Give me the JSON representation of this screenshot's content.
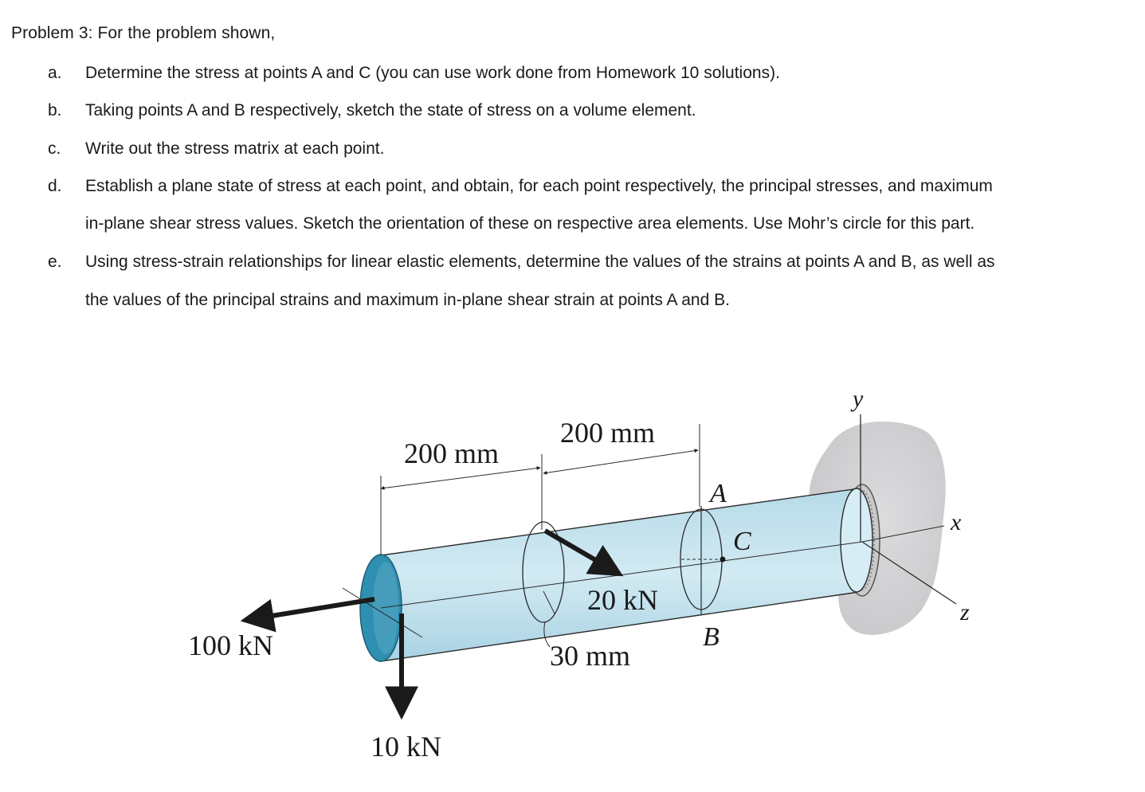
{
  "problem": {
    "title": "Problem 3: For the problem shown,",
    "parts": [
      {
        "letter": "a.",
        "lines": [
          "Determine the stress at points A and C (you can use work done from Homework 10 solutions)."
        ]
      },
      {
        "letter": "b.",
        "lines": [
          "Taking points A and B respectively, sketch the state of stress on a volume element."
        ]
      },
      {
        "letter": "c.",
        "lines": [
          "Write out the stress matrix at each point."
        ]
      },
      {
        "letter": "d.",
        "lines": [
          "Establish a plane state of stress at each point, and obtain, for each point respectively, the principal stresses, and maximum",
          "in-plane shear stress values. Sketch the orientation of these on respective area elements. Use Mohr’s circle for this part."
        ]
      },
      {
        "letter": "e.",
        "lines": [
          "Using stress-strain relationships for linear elastic elements, determine the values of the strains at points A and B, as well as",
          "the values of the principal strains and maximum in-plane shear strain at points A and B."
        ]
      }
    ]
  },
  "figure": {
    "dimension_left": "200 mm",
    "dimension_right": "200 mm",
    "load_axial": "100 kN",
    "load_vertical": "10 kN",
    "load_lever": "20 kN",
    "lever_length": "30 mm",
    "point_a": "A",
    "point_b": "B",
    "point_c": "C",
    "axis_x": "x",
    "axis_y": "y",
    "axis_z": "z",
    "colors": {
      "shaft": "#c3e2ee",
      "shaft_end": "#2f8fb0",
      "wall": "#d6d6d8",
      "ink": "#1a1a1a"
    }
  }
}
